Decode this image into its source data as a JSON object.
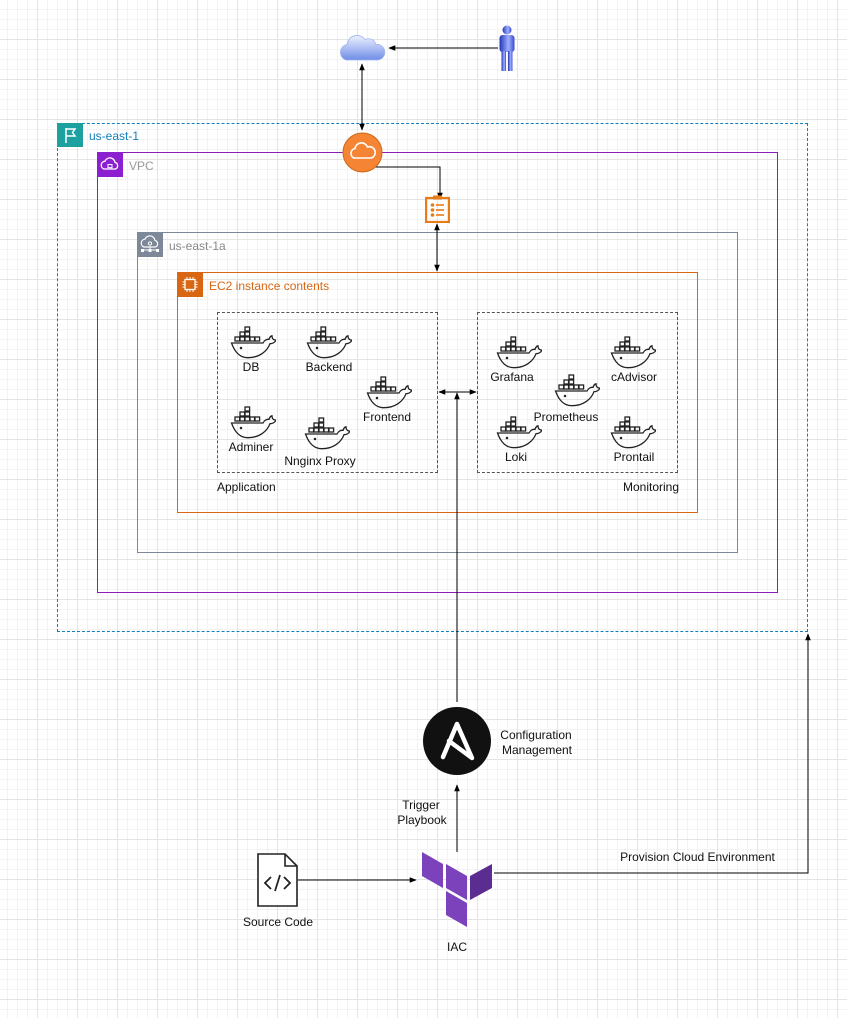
{
  "groups": {
    "region": "us-east-1",
    "vpc": "VPC",
    "az": "us-east-1a",
    "ec2": "EC2 instance contents",
    "application": "Application",
    "monitoring": "Monitoring"
  },
  "app_containers": {
    "db": "DB",
    "backend": "Backend",
    "frontend": "Frontend",
    "adminer": "Adminer",
    "nginx": "Nnginx Proxy"
  },
  "monitoring_containers": {
    "grafana": "Grafana",
    "cadvisor": "cAdvisor",
    "prometheus": "Prometheus",
    "loki": "Loki",
    "promtail": "Prontail"
  },
  "labels": {
    "config_line1": "Configuration",
    "config_line2": "Management",
    "trigger_line1": "Trigger",
    "trigger_line2": "Playbook",
    "provision": "Provision Cloud Environment",
    "source_code": "Source Code",
    "iac": "IAC"
  },
  "colors": {
    "region": "#147eba",
    "vpc": "#8c4fff",
    "az": "#7d8998",
    "ec2": "#d86613",
    "docker": "#222222",
    "terraform": "#7b42bc"
  },
  "icons": [
    "internet-cloud-icon",
    "user-icon",
    "internet-gateway-icon",
    "load-balancer-icon",
    "region-flag-icon",
    "vpc-icon",
    "availability-zone-icon",
    "ec2-icon",
    "docker-icon",
    "ansible-icon",
    "source-code-icon",
    "terraform-icon"
  ]
}
